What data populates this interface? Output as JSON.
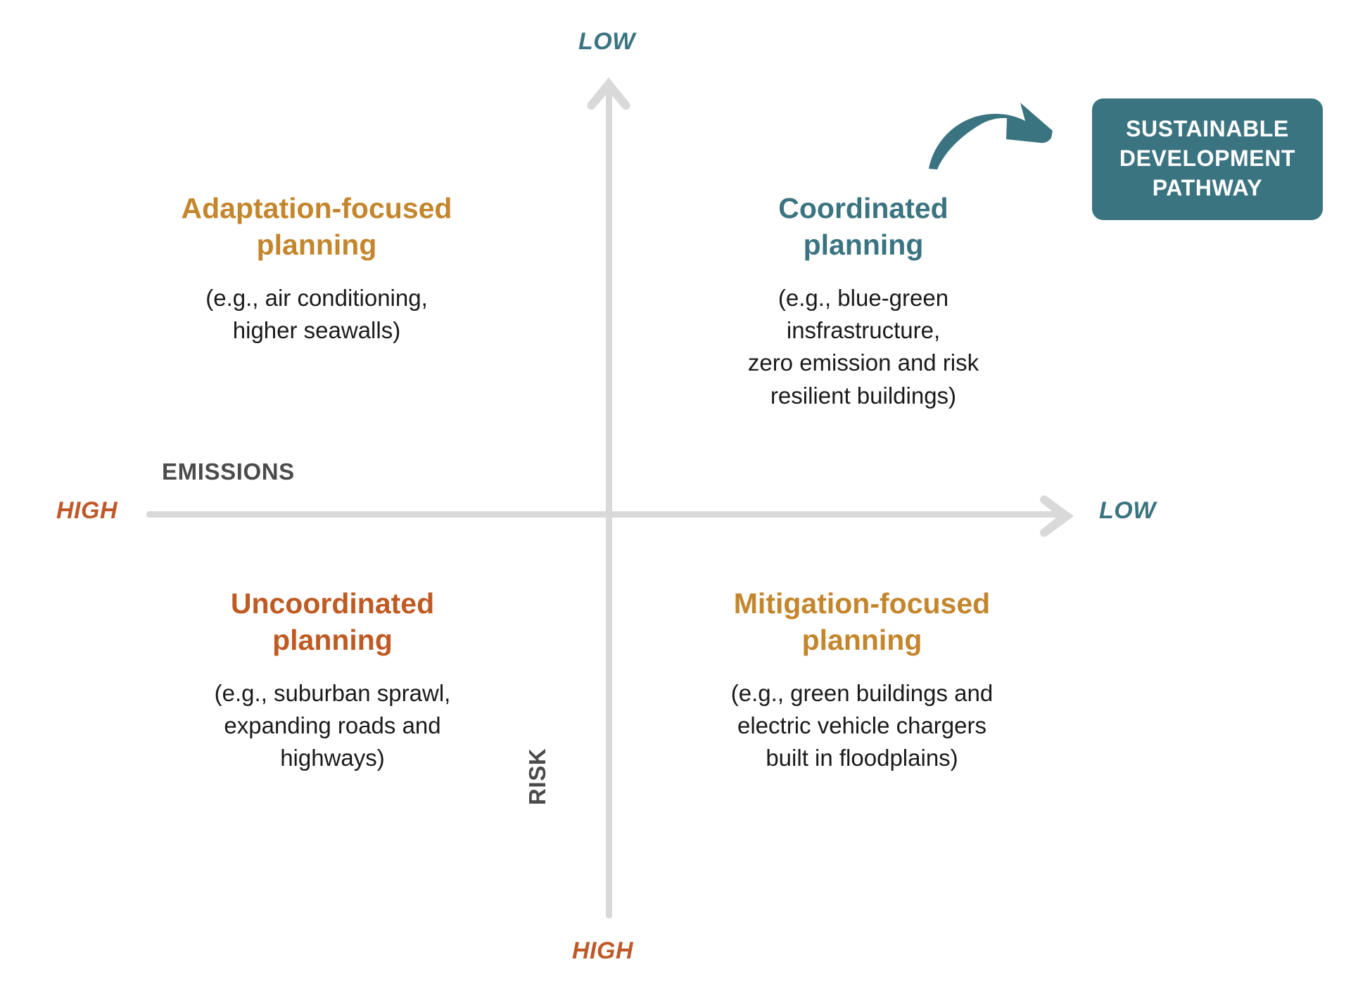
{
  "axes": {
    "vertical": {
      "name": "RISK",
      "top_label": "LOW",
      "bottom_label": "HIGH",
      "top_color": "#3b7481",
      "bottom_color": "#c0592a"
    },
    "horizontal": {
      "name": "EMISSIONS",
      "left_label": "HIGH",
      "right_label": "LOW",
      "left_color": "#c0592a",
      "right_color": "#3b7481"
    },
    "line_color": "#d9d9d9",
    "name_color": "#4b4b4b"
  },
  "quadrants": [
    {
      "id": "adaptation",
      "title": "Adaptation-focused\nplanning",
      "body": "(e.g., air conditioning,\nhigher seawalls)",
      "color": "#c4862c",
      "position": "top-left"
    },
    {
      "id": "coordinated",
      "title": "Coordinated\nplanning",
      "body": "(e.g., blue-green\ninsfrastructure,\nzero emission and risk\nresilient buildings)",
      "color": "#3b7481",
      "position": "top-right"
    },
    {
      "id": "uncoordinated",
      "title": "Uncoordinated\nplanning",
      "body": "(e.g., suburban sprawl,\nexpanding roads and\nhighways)",
      "color": "#c05a23",
      "position": "bottom-left"
    },
    {
      "id": "mitigation",
      "title": "Mitigation-focused\nplanning",
      "body": "(e.g., green buildings and\nelectric vehicle chargers\nbuilt in floodplains)",
      "color": "#c4862c",
      "position": "bottom-right"
    }
  ],
  "callout": {
    "badge_text": "SUSTAINABLE\nDEVELOPMENT\nPATHWAY",
    "badge_bg": "#3b7481",
    "badge_text_color": "#ffffff",
    "arrow_icon": "curved-arrow-icon",
    "arrow_color": "#3b7481"
  }
}
